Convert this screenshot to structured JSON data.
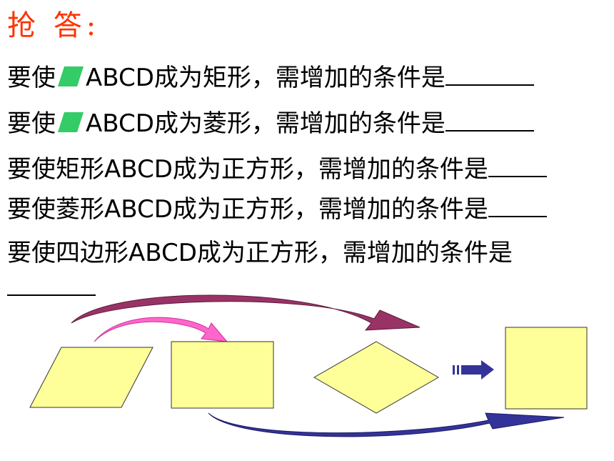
{
  "title": "抢 答:",
  "questions": [
    {
      "prefix": "要使",
      "parallelogram_symbol": true,
      "subject": "ABCD成为矩形，需增加的条件是"
    },
    {
      "prefix": "要使",
      "parallelogram_symbol": true,
      "subject": "ABCD成为菱形，需增加的条件是"
    },
    {
      "prefix": "要使矩形",
      "parallelogram_symbol": false,
      "subject": "ABCD成为正方形，需增加的条件是"
    },
    {
      "prefix": "要使菱形",
      "parallelogram_symbol": false,
      "subject": "ABCD成为正方形，需增加的条件是"
    },
    {
      "prefix": "要使四边形",
      "parallelogram_symbol": false,
      "subject": "ABCD成为正方形，需增加的条件是"
    }
  ],
  "colors": {
    "title": "#ff3300",
    "shape_fill": "#ffff99",
    "symbol_fill": "#33cc66",
    "arrow_magenta": "#ff66cc",
    "arrow_maroon": "#993366",
    "arrow_navy": "#333399"
  },
  "diagram": {
    "shapes": [
      "parallelogram",
      "rectangle",
      "rhombus",
      "square"
    ],
    "arrows": [
      "parallelogram-to-rectangle",
      "parallelogram-to-rhombus",
      "rectangle-to-square",
      "rhombus-to-square"
    ]
  }
}
